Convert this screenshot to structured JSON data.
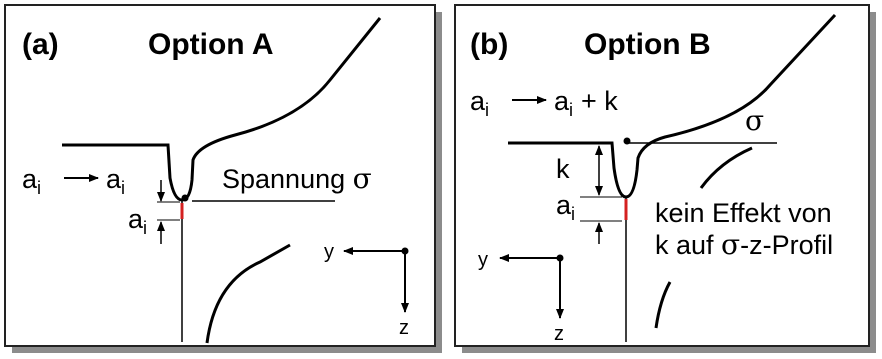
{
  "panel_a": {
    "tag": "(a)",
    "title": "Option A",
    "mapping": {
      "a_from": "a",
      "a_from_sub": "i",
      "arrow": "→",
      "a_to": "a",
      "a_to_sub": "i"
    },
    "depth_label": {
      "base": "a",
      "sub": "i"
    },
    "stress_label": "Spannung",
    "sigma": "σ",
    "axis_y": "y",
    "axis_z": "z"
  },
  "panel_b": {
    "tag": "(b)",
    "title": "Option B",
    "mapping": {
      "a_from": "a",
      "a_from_sub": "i",
      "arrow": "→",
      "a_to": "a",
      "a_to_sub": "i",
      "plus_k": "+ k"
    },
    "k_label": "k",
    "depth_label": {
      "base": "a",
      "sub": "i"
    },
    "sigma": "σ",
    "note_line1": "kein Effekt von",
    "note_line2_prefix": "k auf ",
    "note_sigma": "σ",
    "note_line2_suffix": "-z-Profil",
    "axis_y": "y",
    "axis_z": "z"
  },
  "colors": {
    "line": "#000000",
    "crack": "#d42020",
    "frame": "#222222",
    "shadow": "#8c8c8c"
  }
}
